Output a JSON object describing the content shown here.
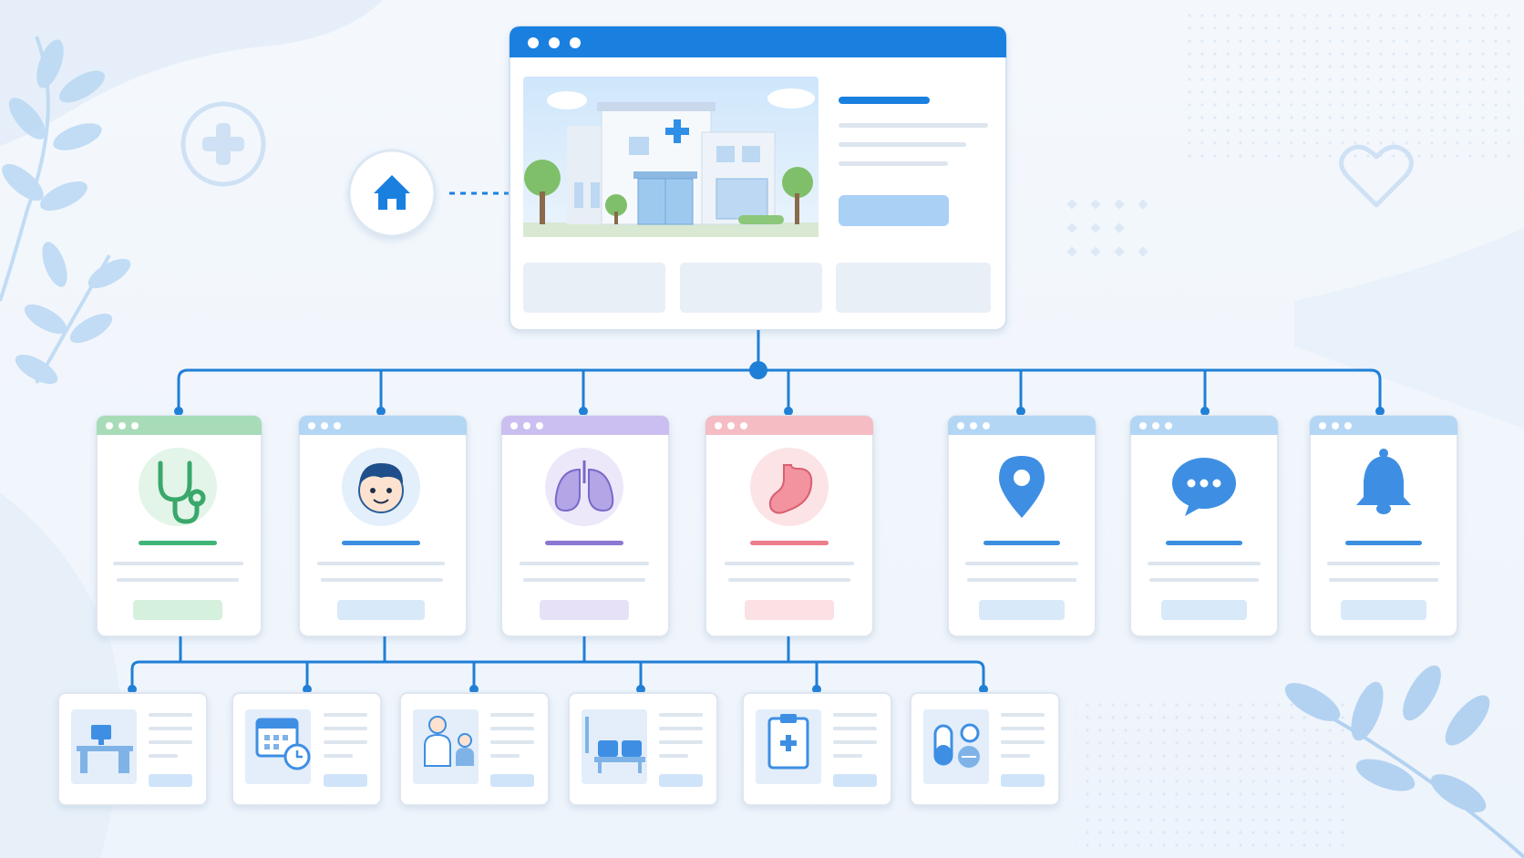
{
  "colors": {
    "primary": "#1a80e0",
    "connector": "#1f7fd6",
    "green": "#8fd6a6",
    "blue_light": "#a9cff3",
    "purple": "#c5b8ea",
    "red": "#f4b8bf",
    "card_border": "#dfe6ef",
    "placeholder": "#e9eff7"
  },
  "diagram": {
    "nodes": [
      {
        "id": "home",
        "icon": "home-icon",
        "kind": "hub"
      },
      {
        "id": "main-page",
        "kind": "page",
        "image": "hospital-building-illustration"
      },
      {
        "id": "general",
        "kind": "service",
        "icon": "stethoscope-icon",
        "accent": "green"
      },
      {
        "id": "pediatrics",
        "kind": "service",
        "icon": "child-face-icon",
        "accent": "blue_light"
      },
      {
        "id": "pulmonology",
        "kind": "service",
        "icon": "lungs-icon",
        "accent": "purple"
      },
      {
        "id": "gastro",
        "kind": "service",
        "icon": "stomach-icon",
        "accent": "red"
      },
      {
        "id": "location",
        "kind": "info",
        "icon": "map-pin-icon",
        "accent": "blue_light"
      },
      {
        "id": "chat",
        "kind": "info",
        "icon": "chat-bubble-icon",
        "accent": "blue_light"
      },
      {
        "id": "alerts",
        "kind": "info",
        "icon": "bell-icon",
        "accent": "blue_light"
      },
      {
        "id": "reception",
        "kind": "subpage",
        "icon": "reception-desk-icon"
      },
      {
        "id": "appointments",
        "kind": "subpage",
        "icon": "calendar-clock-icon"
      },
      {
        "id": "consultation",
        "kind": "subpage",
        "icon": "doctor-patient-icon"
      },
      {
        "id": "waiting-room",
        "kind": "subpage",
        "icon": "waiting-chairs-icon"
      },
      {
        "id": "records",
        "kind": "subpage",
        "icon": "clipboard-cross-icon"
      },
      {
        "id": "pharmacy",
        "kind": "subpage",
        "icon": "pills-icon"
      }
    ],
    "edges": [
      {
        "from": "home",
        "to": "main-page",
        "style": "dashed"
      },
      {
        "from": "main-page",
        "to": "general"
      },
      {
        "from": "main-page",
        "to": "pediatrics"
      },
      {
        "from": "main-page",
        "to": "pulmonology"
      },
      {
        "from": "main-page",
        "to": "gastro"
      },
      {
        "from": "main-page",
        "to": "location"
      },
      {
        "from": "main-page",
        "to": "chat"
      },
      {
        "from": "main-page",
        "to": "alerts"
      },
      {
        "from": "services",
        "to": "reception"
      },
      {
        "from": "services",
        "to": "appointments"
      },
      {
        "from": "services",
        "to": "consultation"
      },
      {
        "from": "services",
        "to": "waiting-room"
      },
      {
        "from": "services",
        "to": "records"
      },
      {
        "from": "services",
        "to": "pharmacy"
      }
    ],
    "decorations": [
      "plus-badge-icon",
      "heart-outline-icon",
      "leaf-branch-icon"
    ]
  }
}
